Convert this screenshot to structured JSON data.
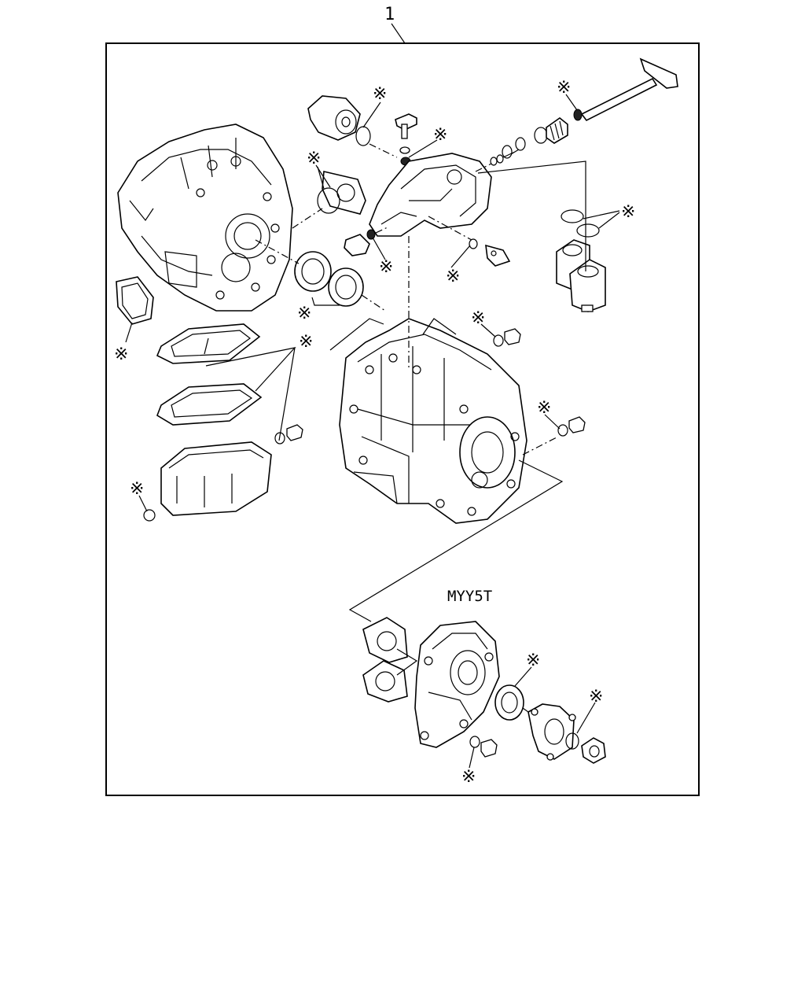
{
  "diagram": {
    "item_number": "1",
    "model_label": "MYY5T",
    "kit_marker_symbol": "※",
    "kit_marker_count": 16
  }
}
